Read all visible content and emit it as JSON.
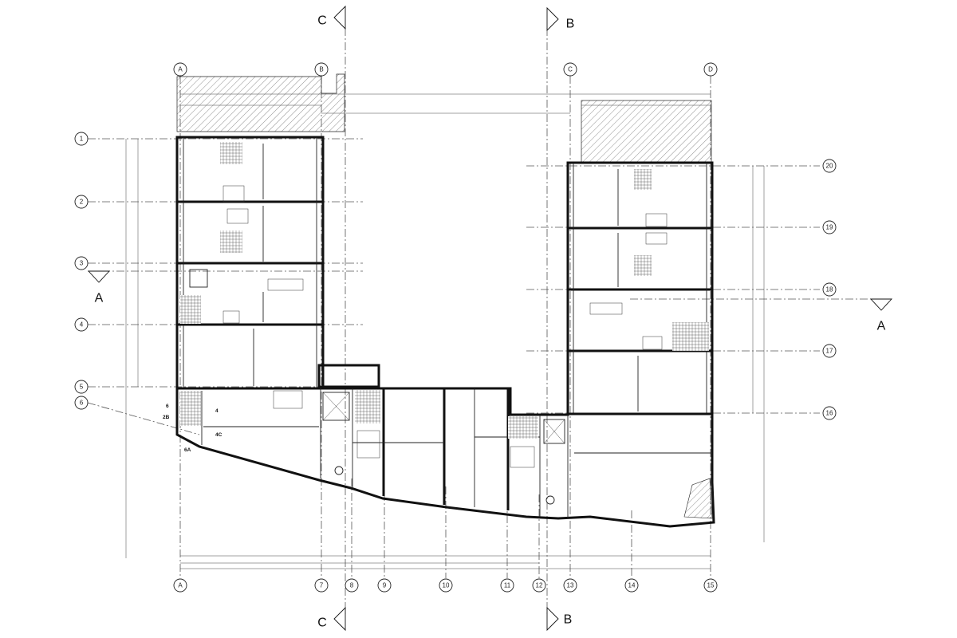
{
  "grid": {
    "cols_top": [
      "A",
      "B",
      "C",
      "D"
    ],
    "cols_bottom": [
      "A",
      "7",
      "8",
      "9",
      "10",
      "11",
      "12",
      "13",
      "14",
      "15"
    ],
    "rows_left": [
      "1",
      "2",
      "3",
      "4",
      "5",
      "6"
    ],
    "rows_right": [
      "20",
      "19",
      "18",
      "17",
      "16"
    ]
  },
  "sections": {
    "a_left": "A",
    "a_right": "A",
    "b_top": "B",
    "b_bottom": "B",
    "c_top": "C",
    "c_bottom": "C"
  },
  "tags": {
    "t6": "6",
    "t2b": "2B",
    "t4": "4",
    "t4c": "4C",
    "t6a": "6A"
  }
}
